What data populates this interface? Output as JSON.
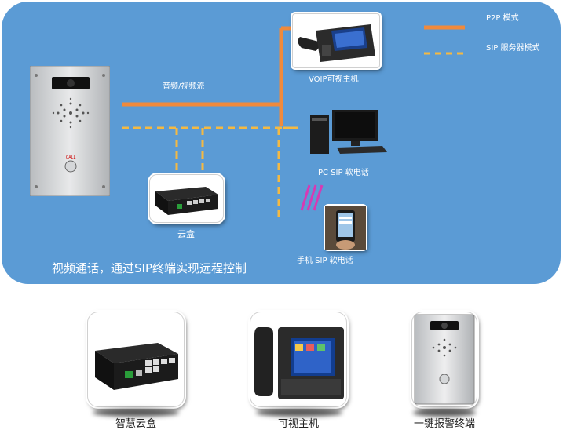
{
  "legend": {
    "p2p": "P2P 模式",
    "sip": "SIP 服务器模式",
    "p2p_color": "#f08a3c",
    "sip_color": "#f4b942"
  },
  "labels": {
    "stream": "音频/视频流",
    "voip": "VOIP可视主机",
    "pc": "PC SIP 软电话",
    "mobile": "手机 SIP 软电话",
    "cloudbox": "云盒"
  },
  "caption": "视频通话，通过SIP终端实现远程控制",
  "intercom": {
    "call_text": "CALL"
  },
  "bottom": {
    "item1": "智慧云盒",
    "item2": "可视主机",
    "item3": "一键报警终端"
  },
  "colors": {
    "panel": "#5b9bd5"
  }
}
